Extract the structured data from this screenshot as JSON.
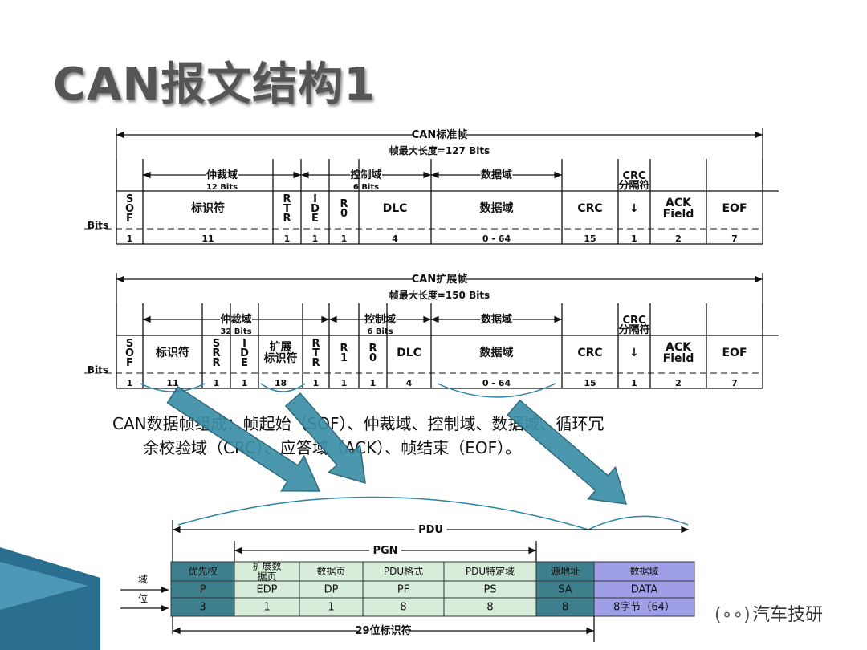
{
  "title": "CAN报文结构1",
  "std_frame": {
    "title": "CAN标准帧",
    "max_len": "帧最大长度=127 Bits",
    "bits_label": "Bits",
    "groups": [
      {
        "name": "仲裁域",
        "size": "12 Bits"
      },
      {
        "name": "控制域",
        "size": "6 Bits"
      },
      {
        "name": "数据域",
        "size": ""
      },
      {
        "name": "CRC\n分隔符",
        "size": ""
      }
    ],
    "fields": [
      {
        "label": "S\nO\nF",
        "bits": "1"
      },
      {
        "label": "标识符",
        "bits": "11"
      },
      {
        "label": "R\nT\nR",
        "bits": "1"
      },
      {
        "label": "I\nD\nE",
        "bits": "1"
      },
      {
        "label": "R\n0",
        "bits": "1"
      },
      {
        "label": "DLC",
        "bits": "4"
      },
      {
        "label": "数据域",
        "bits": "0 - 64"
      },
      {
        "label": "CRC",
        "bits": "15"
      },
      {
        "label": "↓",
        "bits": "1"
      },
      {
        "label": "ACK\nField",
        "bits": "2"
      },
      {
        "label": "EOF",
        "bits": "7"
      }
    ]
  },
  "ext_frame": {
    "title": "CAN扩展帧",
    "max_len": "帧最大长度=150 Bits",
    "bits_label": "Bits",
    "groups": [
      {
        "name": "仲裁域",
        "size": "32 Bits"
      },
      {
        "name": "控制域",
        "size": "6 Bits"
      },
      {
        "name": "数据域",
        "size": ""
      },
      {
        "name": "CRC\n分隔符",
        "size": ""
      }
    ],
    "fields": [
      {
        "label": "S\nO\nF",
        "bits": "1"
      },
      {
        "label": "标识符",
        "bits": "11"
      },
      {
        "label": "S\nR\nR",
        "bits": "1"
      },
      {
        "label": "I\nD\nE",
        "bits": "1"
      },
      {
        "label": "扩展\n标识符",
        "bits": "18"
      },
      {
        "label": "R\nT\nR",
        "bits": "1"
      },
      {
        "label": "R\n1",
        "bits": "1"
      },
      {
        "label": "R\n0",
        "bits": "1"
      },
      {
        "label": "DLC",
        "bits": "4"
      },
      {
        "label": "数据域",
        "bits": "0 - 64"
      },
      {
        "label": "CRC",
        "bits": "15"
      },
      {
        "label": "↓",
        "bits": "1"
      },
      {
        "label": "ACK\nField",
        "bits": "2"
      },
      {
        "label": "EOF",
        "bits": "7"
      }
    ]
  },
  "caption": {
    "line1": "CAN数据帧组成：帧起始（SOF）、仲裁域、控制域、数据域、循环冗",
    "line2": "余校验域（CRC）、应答域（ACK）、帧结束（EOF）。"
  },
  "j1939": {
    "pdu": "PDU",
    "pgn": "PGN",
    "id29": "29位标识符",
    "row_labels": [
      "域",
      "位"
    ],
    "headers": [
      "优先权",
      "扩展数\n据页",
      "数据页",
      "PDU格式",
      "PDU特定域",
      "源地址",
      "数据域"
    ],
    "abbrevs": [
      "P",
      "EDP",
      "DP",
      "PF",
      "PS",
      "SA",
      "DATA"
    ],
    "bits": [
      "3",
      "1",
      "1",
      "8",
      "8",
      "8",
      "8字节（64）"
    ]
  },
  "watermark": {
    "icon": "wechat-icon",
    "text": "汽车技研"
  },
  "colors": {
    "teal": "#3d7f8c",
    "light_green": "#d7ecd9",
    "purple": "#9f9fe8",
    "arrow": "#3b8fa8"
  }
}
